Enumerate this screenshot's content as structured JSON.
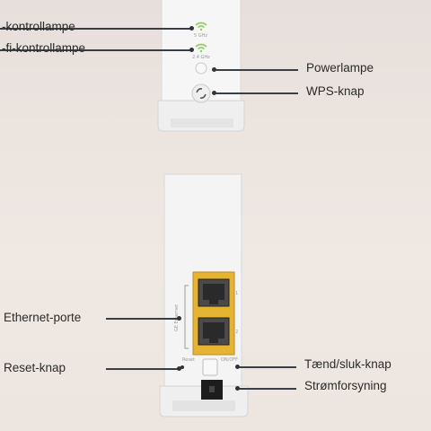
{
  "labels": {
    "led_2g": "-kontrollampe",
    "led_5g": "-fi-kontrollampe",
    "power_led": "Powerlampe",
    "wps_button": "WPS-knap",
    "ethernet_ports": "Ethernet-porte",
    "reset_button": "Reset-knap",
    "power_switch": "Tænd/sluk-knap",
    "power_supply": "Strømforsyning"
  },
  "device_marks": {
    "band_top": "5 GHz",
    "band_bottom": "2.4 GHz",
    "port_group": "GE Ethernet",
    "port_1": "1",
    "port_2": "2",
    "reset_mark": "Reset",
    "power_mark": "ON/OFF"
  },
  "colors": {
    "background": "#ece5e0",
    "device": "#f4f4f4",
    "leader_line": "#3a3f45",
    "port_yellow": "#e5b433",
    "wifi_led": "#8fcf63"
  }
}
